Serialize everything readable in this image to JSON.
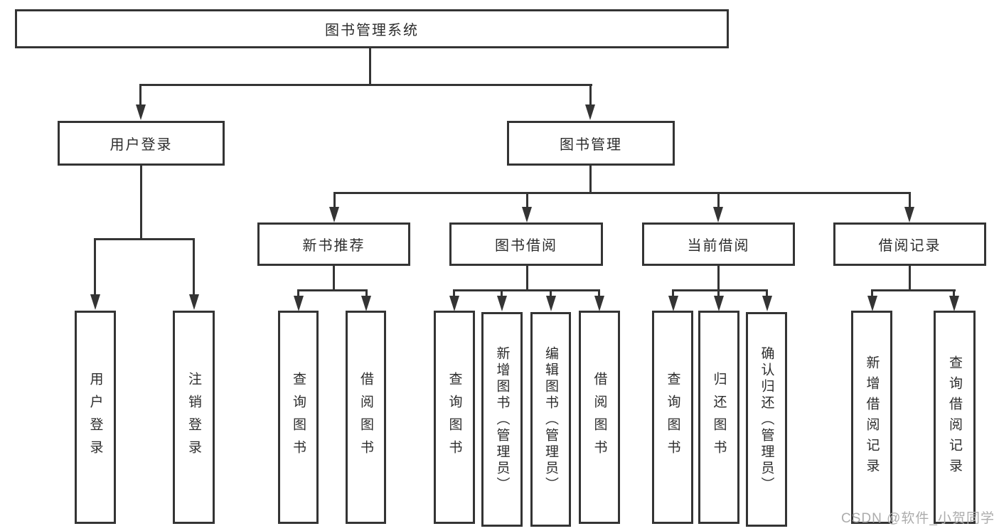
{
  "diagram": {
    "type": "tree-structure-diagram",
    "title": "图书管理系统",
    "colors": {
      "background": "#ffffff",
      "line": "#343434",
      "text": "#2d2d2d",
      "watermark": "#acacac"
    }
  },
  "nodes": {
    "root": {
      "label": "图书管理系统"
    },
    "user_login": {
      "label": "用户登录"
    },
    "book_mgmt": {
      "label": "图书管理"
    },
    "new_book_rec": {
      "label": "新书推荐"
    },
    "book_borrow": {
      "label": "图书借阅"
    },
    "current_borrow": {
      "label": "当前借阅"
    },
    "borrow_records": {
      "label": "借阅记录"
    },
    "leaf_user_login": {
      "label": "用户登录"
    },
    "leaf_logout": {
      "label": "注销登录"
    },
    "leaf_query_book_1": {
      "label": "查询图书"
    },
    "leaf_borrow_book_1": {
      "label": "借阅图书"
    },
    "leaf_query_book_2": {
      "label": "查询图书"
    },
    "leaf_add_book": {
      "label": "新增图书（管理员）"
    },
    "leaf_edit_book": {
      "label": "编辑图书（管理员）"
    },
    "leaf_borrow_book_2": {
      "label": "借阅图书"
    },
    "leaf_query_book_3": {
      "label": "查询图书"
    },
    "leaf_return_book": {
      "label": "归还图书"
    },
    "leaf_confirm_return": {
      "label": "确认归还（管理员）"
    },
    "leaf_add_record": {
      "label": "新增借阅记录"
    },
    "leaf_query_record": {
      "label": "查询借阅记录"
    }
  },
  "hierarchy": {
    "图书管理系统": {
      "用户登录": [
        "用户登录",
        "注销登录"
      ],
      "图书管理": {
        "新书推荐": [
          "查询图书",
          "借阅图书"
        ],
        "图书借阅": [
          "查询图书",
          "新增图书（管理员）",
          "编辑图书（管理员）",
          "借阅图书"
        ],
        "当前借阅": [
          "查询图书",
          "归还图书",
          "确认归还（管理员）"
        ],
        "借阅记录": [
          "新增借阅记录",
          "查询借阅记录"
        ]
      }
    }
  },
  "watermark": {
    "text": "CSDN @软件_小贺同学"
  }
}
